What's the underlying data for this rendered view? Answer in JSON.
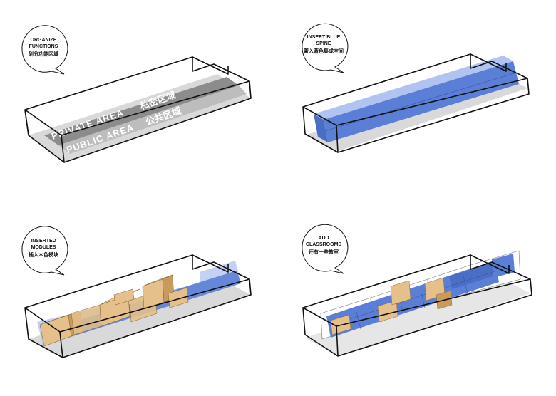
{
  "panels": [
    {
      "id": "organize",
      "label_en_lines": [
        "ORGANIZE",
        "FUNCTIONS"
      ],
      "label_cn": "划分功能区域"
    },
    {
      "id": "spine",
      "label_en_lines": [
        "INSERT BLUE",
        "SPINE"
      ],
      "label_cn": "置入蓝色集成空间"
    },
    {
      "id": "modules",
      "label_en_lines": [
        "INSERTED",
        "MODULES"
      ],
      "label_cn": "插入木色模块"
    },
    {
      "id": "classrooms",
      "label_en_lines": [
        "ADD",
        "CLASSROOMS"
      ],
      "label_cn": "还有一些教室"
    }
  ],
  "zones": {
    "private_en": "PRIVATE AREA",
    "private_cn": "私密区域",
    "public_en": "PUBLIC AREA",
    "public_cn": "公共区域"
  },
  "colors": {
    "outline": "#111111",
    "floor": "#d9d9d9",
    "private_zone": "#8c8c8c",
    "public_zone": "#bdbdbd",
    "spine_blue": "#5b7fd6",
    "spine_blue_light": "#a9bdf0",
    "wood": "#e6c08a",
    "wood_dark": "#c99a5b"
  }
}
